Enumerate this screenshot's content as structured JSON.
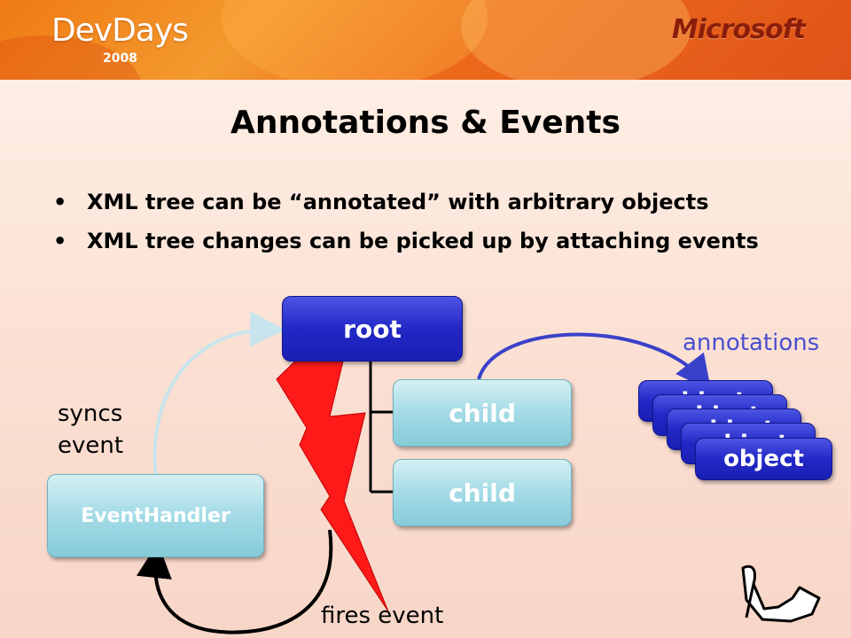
{
  "header": {
    "logo_text": "DevDays",
    "logo_year": "2008",
    "brand": "Microsoft"
  },
  "slide": {
    "title": "Annotations & Events",
    "bullets": [
      {
        "text": "XML tree can be “annotated” with arbitrary objects"
      },
      {
        "text": "XML tree changes can be picked up by attaching events"
      }
    ]
  },
  "diagram": {
    "root_label": "root",
    "child_labels": [
      "child",
      "child"
    ],
    "object_label": "object",
    "handler_label": "EventHandler",
    "annotations_label": "annotations",
    "syncs_label": "syncs",
    "event_label": "event",
    "fires_label": "fires event"
  },
  "colors": {
    "header_orange": "#f07a14",
    "node_dark_blue": "#2228c6",
    "node_light_blue": "#a3dbe6",
    "annotations_text": "#4a4fcf",
    "lightning_red": "#ff1a1a"
  }
}
